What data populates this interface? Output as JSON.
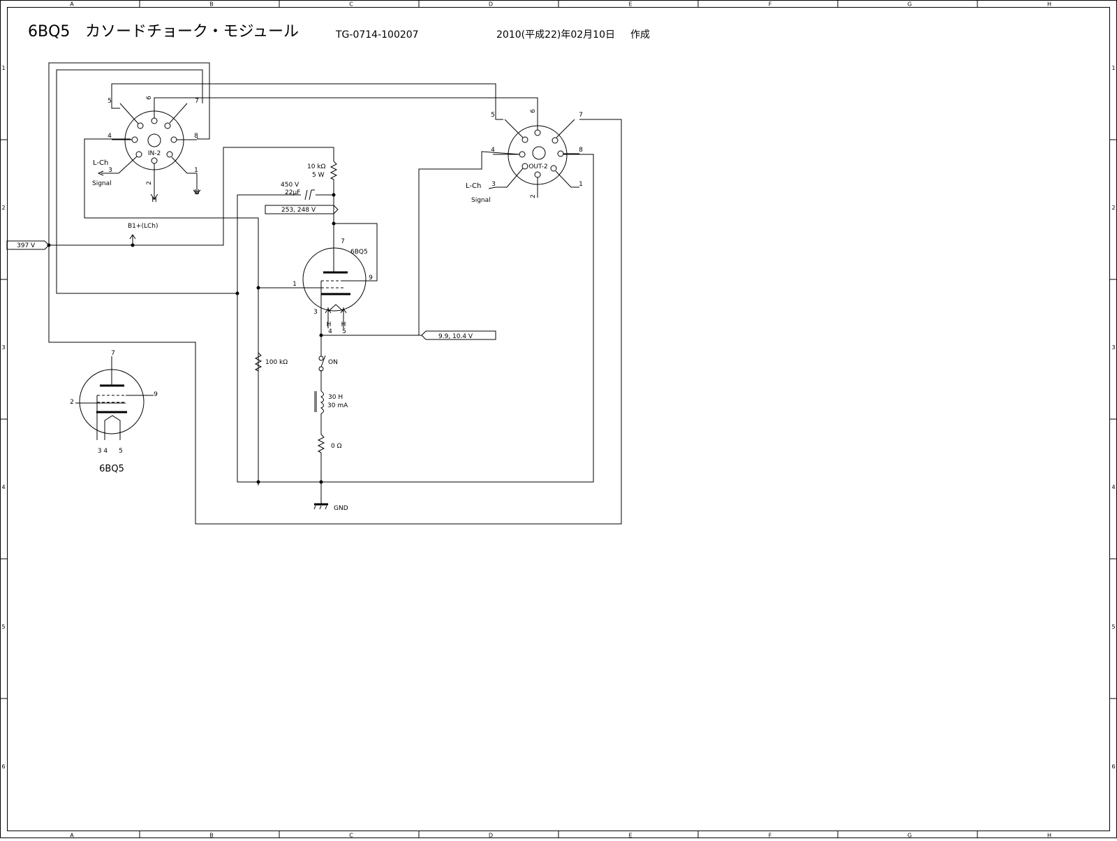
{
  "header": {
    "title": "6BQ5",
    "subtitle": "カソードチョーク・モジュール",
    "drawing_no": "TG-0714-100207",
    "date": "2010(平成22)年02月10日",
    "status": "作成"
  },
  "border": {
    "cols": [
      "A",
      "B",
      "C",
      "D",
      "E",
      "F",
      "G",
      "H"
    ],
    "rows": [
      "1",
      "2",
      "3",
      "4",
      "5",
      "6"
    ]
  },
  "socket_in": {
    "name": "IN-2",
    "pins": [
      "1",
      "2",
      "3",
      "4",
      "5",
      "6",
      "7",
      "8"
    ],
    "signal_name": "L-Ch",
    "signal_label": "Signal",
    "heater": [
      "H",
      "H"
    ]
  },
  "socket_out": {
    "name": "OUT-2",
    "pins": [
      "1",
      "2",
      "3",
      "4",
      "5",
      "6",
      "7",
      "8"
    ],
    "signal_name": "L-Ch",
    "signal_label": "Signal"
  },
  "tube": {
    "name": "6BQ5",
    "pin_plate": "7",
    "pin_g2": "9",
    "pin_g1": "1",
    "pin_cathode": "3",
    "heater_pins": [
      "4",
      "5"
    ],
    "heater_labels": [
      "H",
      "H"
    ]
  },
  "components": {
    "r_plate_value": "10 kΩ",
    "r_plate_power": "5 W",
    "cap_voltage": "450 V",
    "cap_value": "22μF",
    "r_grid": "100 kΩ",
    "switch": "ON",
    "choke_l": "30 H",
    "choke_i": "30 mA",
    "r_cathode": "0 Ω",
    "ground": "GND",
    "b1_label": "B1+(LCh)"
  },
  "voltages": {
    "supply": "397 V",
    "plate": "253, 248 V",
    "cathode": "9.9, 10.4 V"
  },
  "legend_tube": {
    "name": "6BQ5",
    "pin_top": "7",
    "pin_left": "2",
    "pin_right": "9",
    "pins_bottom": "3 4",
    "pin_bottom_right": "5"
  }
}
